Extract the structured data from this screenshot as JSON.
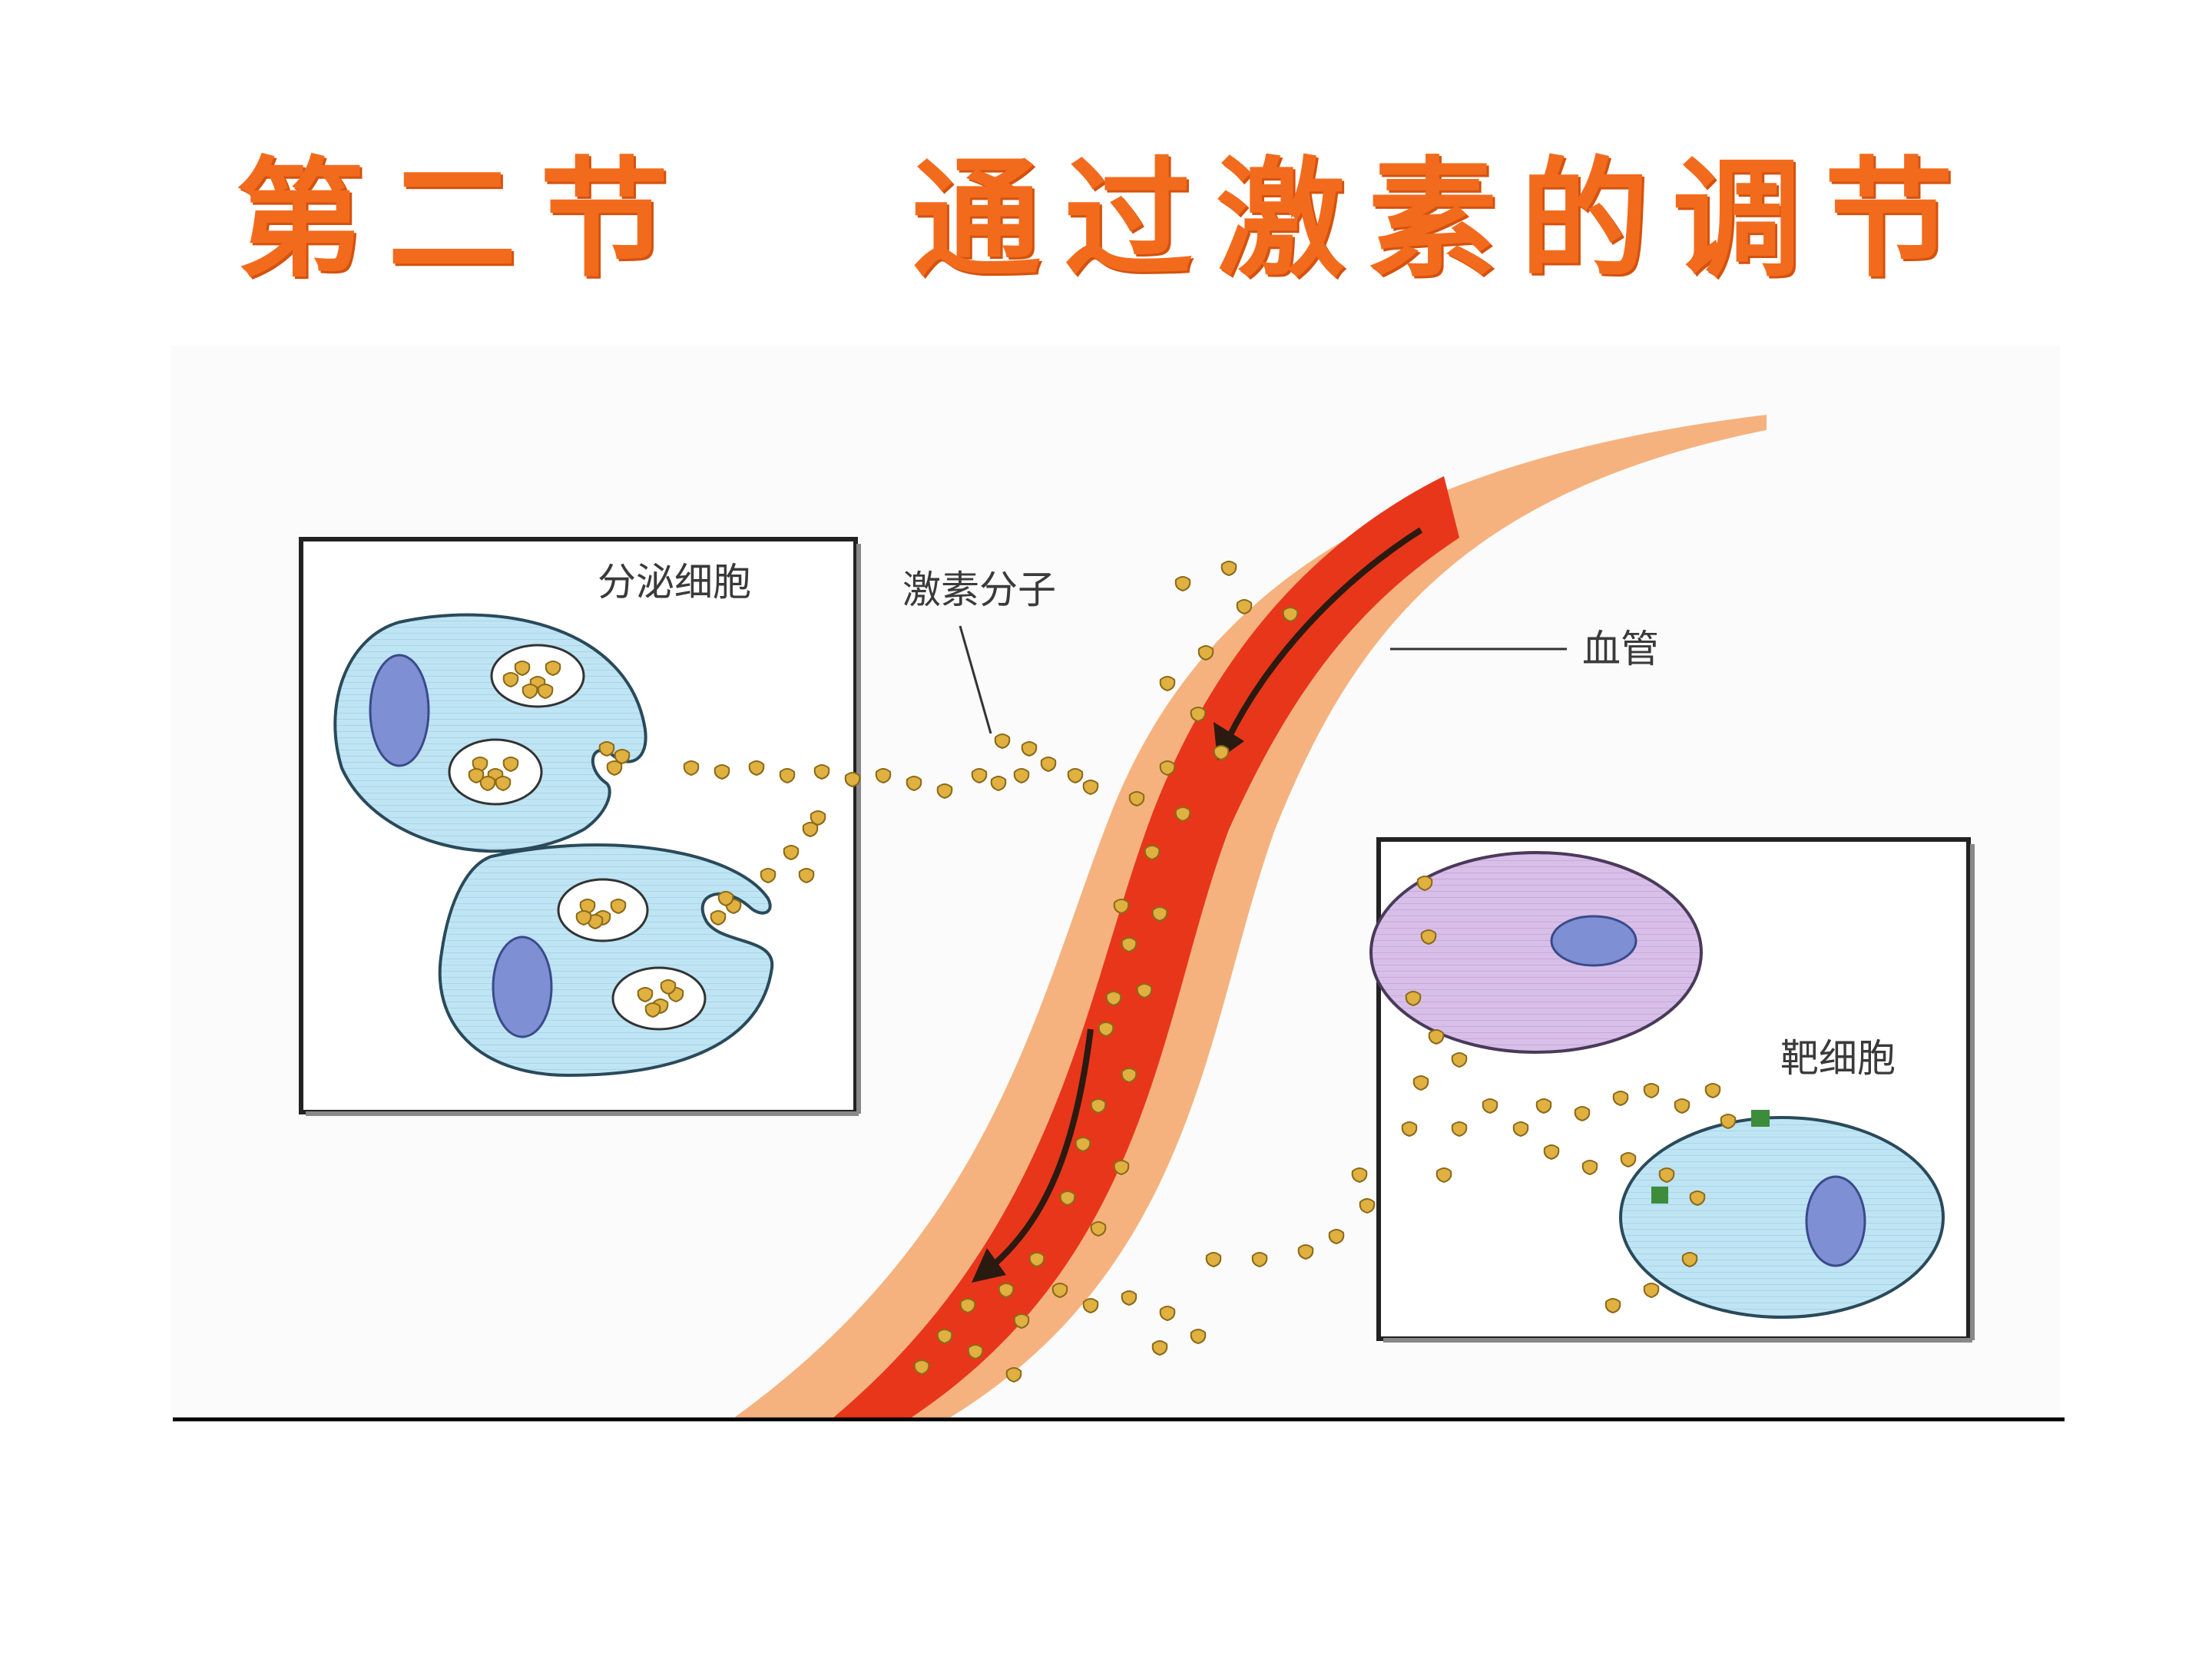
{
  "slide": {
    "title": "第二节　 通过激素的调节"
  },
  "diagram": {
    "labels": {
      "secretory_cell": "分泌细胞",
      "hormone_molecule": "激素分子",
      "blood_vessel": "血管",
      "target_cell": "靶细胞"
    }
  },
  "colors": {
    "title": "#f26b1d",
    "vessel_inner": "#e8361a",
    "vessel_outer": "#f7a86a",
    "cell_blue": "#b9e2f2",
    "cell_purple": "#d4b8e6",
    "nucleus": "#7f8fd4",
    "hormone": "#d9a637",
    "receptor": "#3c8c3c"
  }
}
